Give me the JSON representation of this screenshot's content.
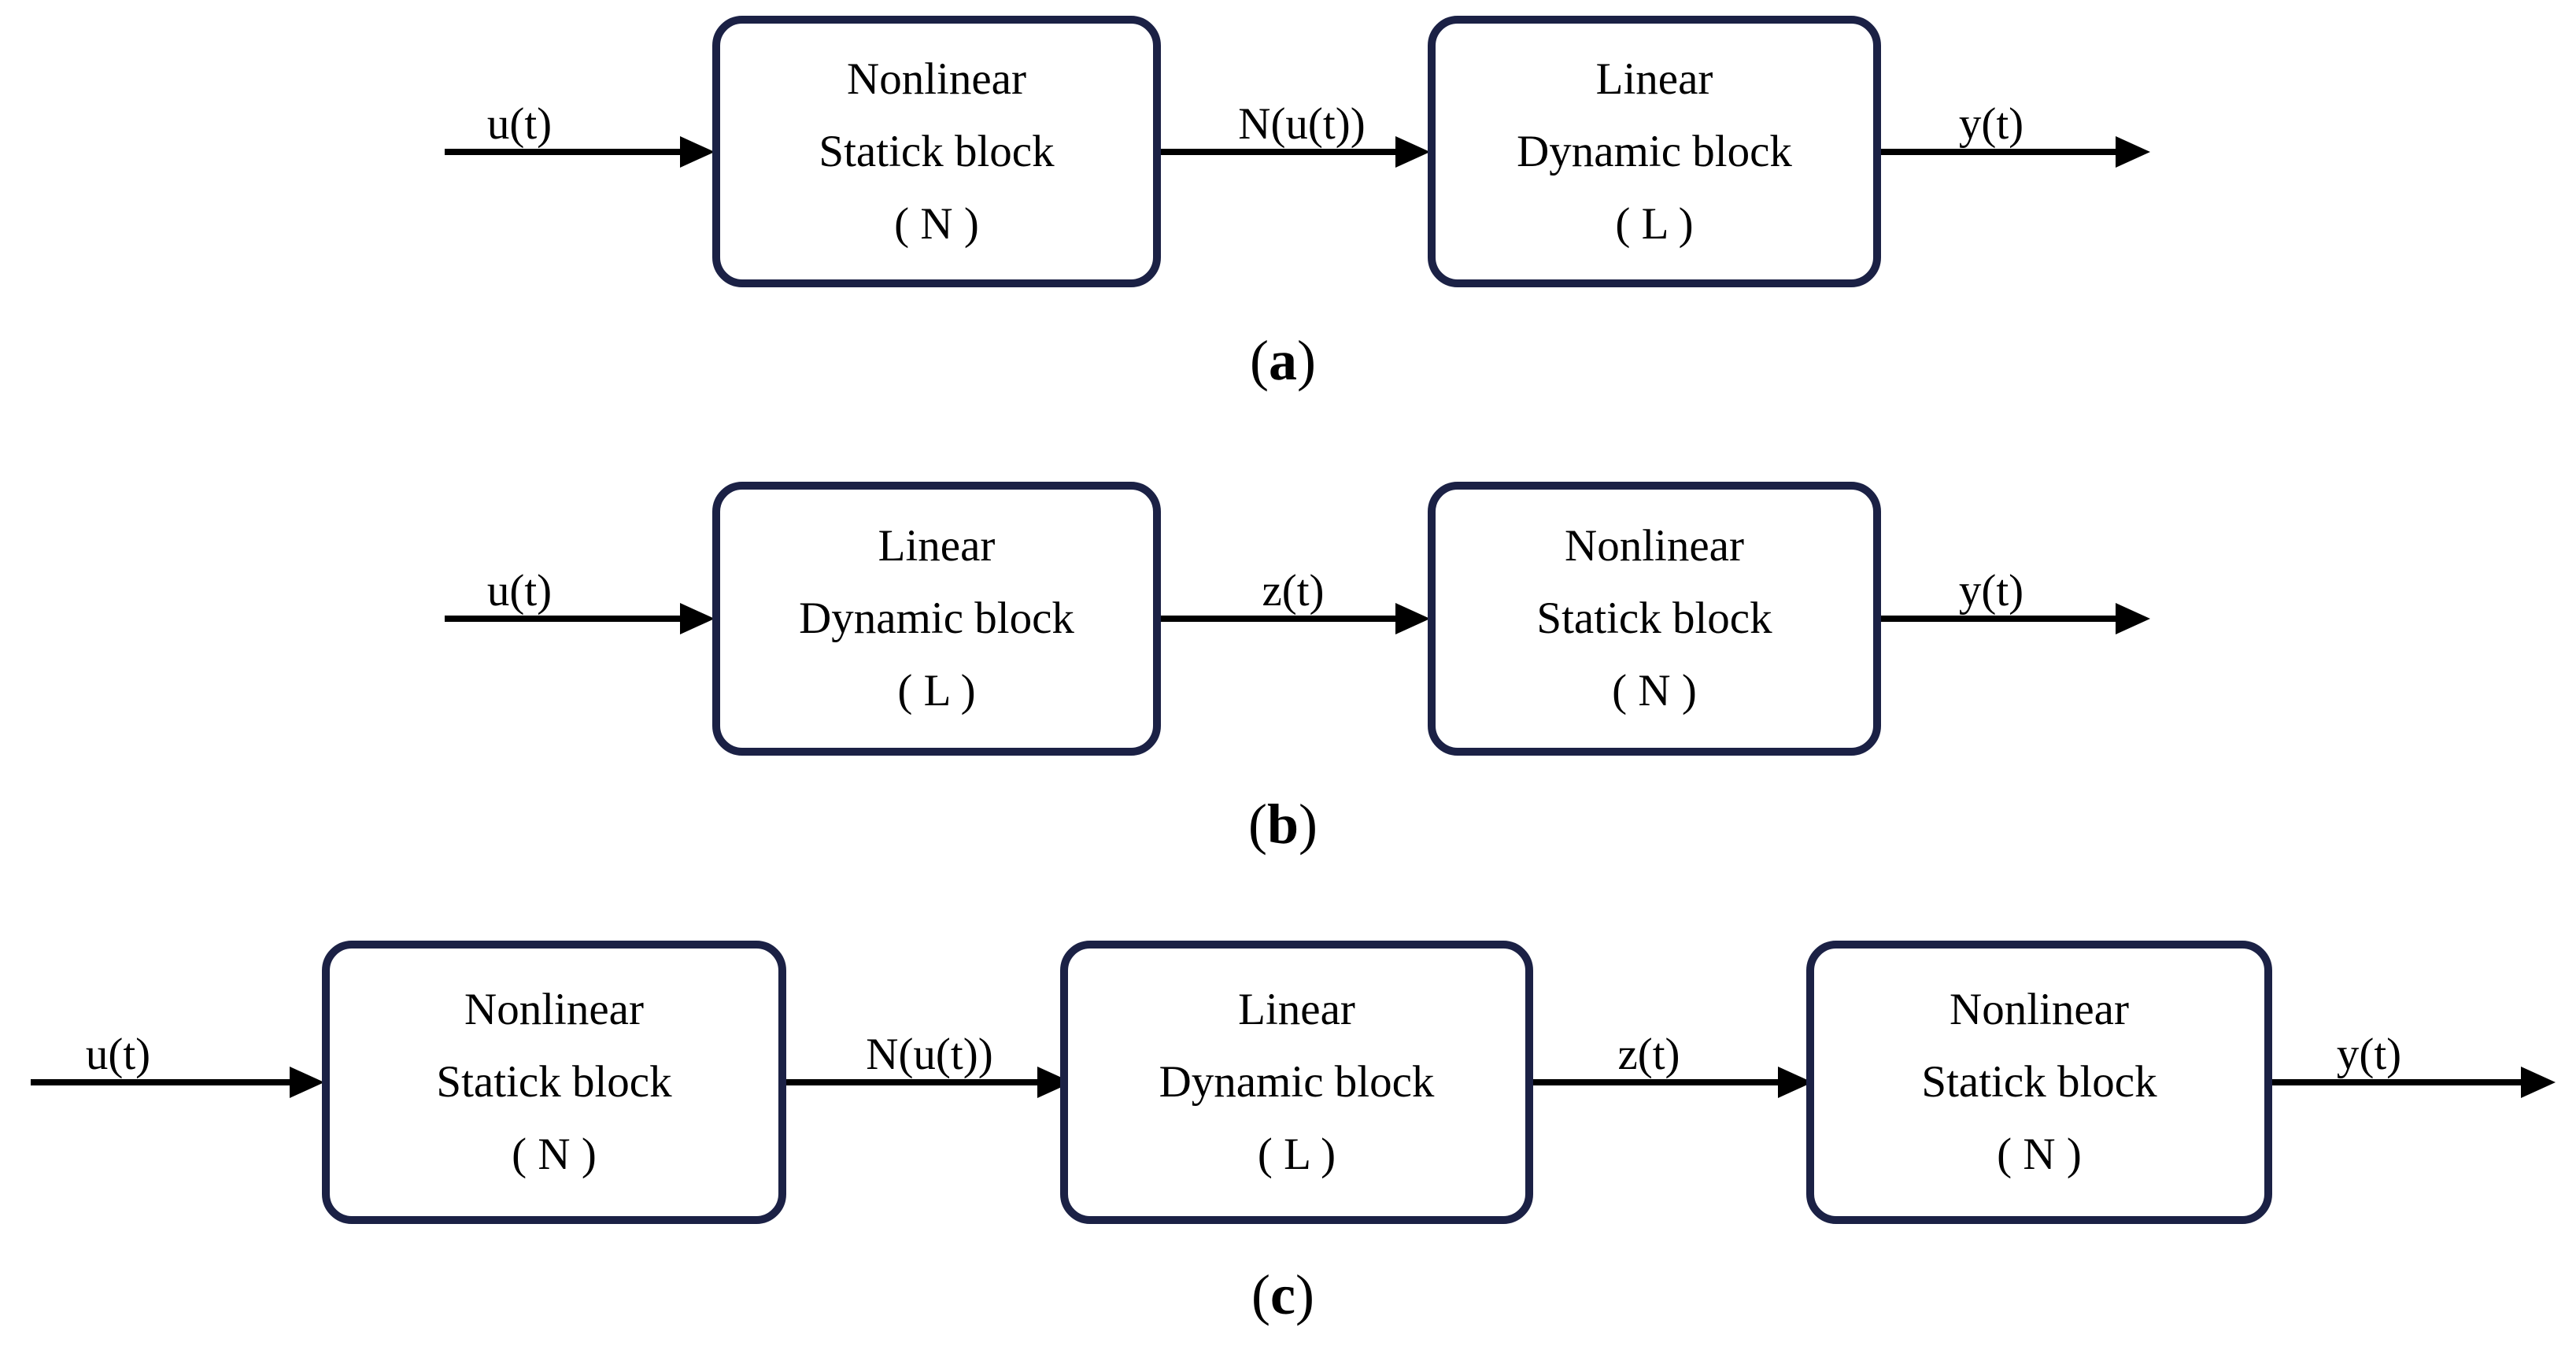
{
  "figure": {
    "background": "#ffffff",
    "colors": {
      "block_border": "#1b2145",
      "arrow": "#000000",
      "text": "#000000"
    },
    "diagrams": [
      {
        "caption": {
          "open": "(",
          "letter": "a",
          "close": ")"
        },
        "blocks": [
          {
            "lines": [
              "Nonlinear",
              "Statick block",
              "( N )"
            ]
          },
          {
            "lines": [
              "Linear",
              "Dynamic block",
              "( L )"
            ]
          }
        ],
        "signals": [
          {
            "label": "u(t)"
          },
          {
            "label": "N(u(t))"
          },
          {
            "label": "y(t)"
          }
        ]
      },
      {
        "caption": {
          "open": "(",
          "letter": "b",
          "close": ")"
        },
        "blocks": [
          {
            "lines": [
              "Linear",
              "Dynamic block",
              "( L )"
            ]
          },
          {
            "lines": [
              "Nonlinear",
              "Statick block",
              "( N )"
            ]
          }
        ],
        "signals": [
          {
            "label": "u(t)"
          },
          {
            "label": "z(t)"
          },
          {
            "label": "y(t)"
          }
        ]
      },
      {
        "caption": {
          "open": "(",
          "letter": "c",
          "close": ")"
        },
        "blocks": [
          {
            "lines": [
              "Nonlinear",
              "Statick block",
              "( N )"
            ]
          },
          {
            "lines": [
              "Linear",
              "Dynamic block",
              "( L )"
            ]
          },
          {
            "lines": [
              "Nonlinear",
              "Statick block",
              "( N )"
            ]
          }
        ],
        "signals": [
          {
            "label": "u(t)"
          },
          {
            "label": "N(u(t))"
          },
          {
            "label": "z(t)"
          },
          {
            "label": "y(t)"
          }
        ]
      }
    ]
  }
}
